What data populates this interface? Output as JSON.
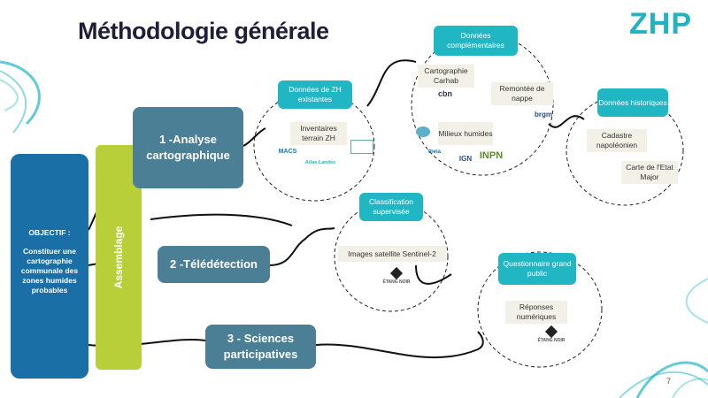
{
  "header": {
    "title": "Méthodologie générale",
    "logo": "ZHP"
  },
  "objective": {
    "label": "OBJECTIF :",
    "text": "Constituer une cartographie communale des zones humides probables"
  },
  "assemblage": "Assemblage",
  "methods": [
    {
      "label": "1 -Analyse cartographique"
    },
    {
      "label": "2 -Télédétection"
    },
    {
      "label": "3 - Sciences participatives"
    }
  ],
  "clusters": {
    "zh_existing": {
      "header": "Données de ZH existantes",
      "item": "Inventaires terrain ZH",
      "logos": [
        "MACS",
        "Atlas Landes"
      ]
    },
    "complementary": {
      "header": "Données complémentaires",
      "items": [
        "Cartographie Carhab",
        "Remontée de nappe",
        "Milieux humides"
      ],
      "logos": [
        "cbn",
        "brgm",
        "theia",
        "IGN",
        "INPN"
      ]
    },
    "historical": {
      "header": "Données historiques",
      "items": [
        "Cadastre napoléonien",
        "Carte de l'Etat Major"
      ]
    },
    "classification": {
      "header": "Classification supervisée",
      "item": "Images satellite Sentinel-2",
      "logo": "ÉTANG NOIR"
    },
    "questionnaire": {
      "header": "Questionnaire grand public",
      "item": "Réponses numériques",
      "logo": "ÉTANG NOIR"
    }
  },
  "page_number": "7",
  "colors": {
    "primary": "#1a6fa6",
    "accent": "#20b6c4",
    "green": "#b9cf3a",
    "method": "#4a7f95",
    "title": "#1f1f3a"
  }
}
